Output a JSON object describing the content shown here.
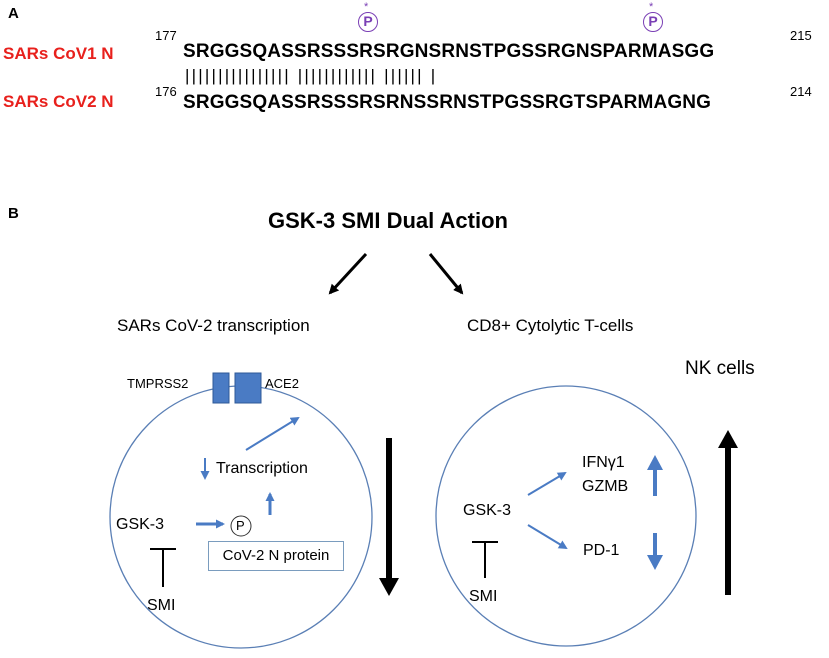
{
  "panel_a": {
    "label": "A",
    "cov1": {
      "name": "SARs CoV1 N",
      "start": "177",
      "end": "215",
      "sequence": "SRGGSQASSRSSSRSRGNSRNSTPGSSRGNSPARMASGG"
    },
    "cov2": {
      "name": "SARs CoV2 N",
      "start": "176",
      "end": "214",
      "sequence": "SRGGSQASSRSSSRSRNSSRNSTPGSSRGTSPARMAGNG"
    },
    "identity_bars": "|||||||||||||||| |||||||||||| |||||| |",
    "phospho_sites": [
      {
        "star": "*",
        "label": "P"
      },
      {
        "star": "*",
        "label": "P"
      }
    ]
  },
  "panel_b": {
    "label": "B",
    "title": "GSK-3 SMI Dual Action",
    "left": {
      "subtitle": "SARs CoV-2 transcription",
      "tmprss2": "TMPRSS2",
      "ace2": "ACE2",
      "transcription": "Transcription",
      "gsk3": "GSK-3",
      "p_label": "P",
      "n_protein": "CoV-2 N protein",
      "smi": "SMI"
    },
    "right": {
      "subtitle": "CD8+ Cytolytic T-cells",
      "nk_cells": "NK cells",
      "gsk3": "GSK-3",
      "ifng": "IFNγ1",
      "gzmb": "GZMB",
      "pd1": "PD-1",
      "smi": "SMI"
    }
  },
  "colors": {
    "red_label": "#e8201c",
    "blue_arrow": "#4a7bc4",
    "membrane": "#5a7fb5",
    "phospho": "#7a3fb5"
  }
}
